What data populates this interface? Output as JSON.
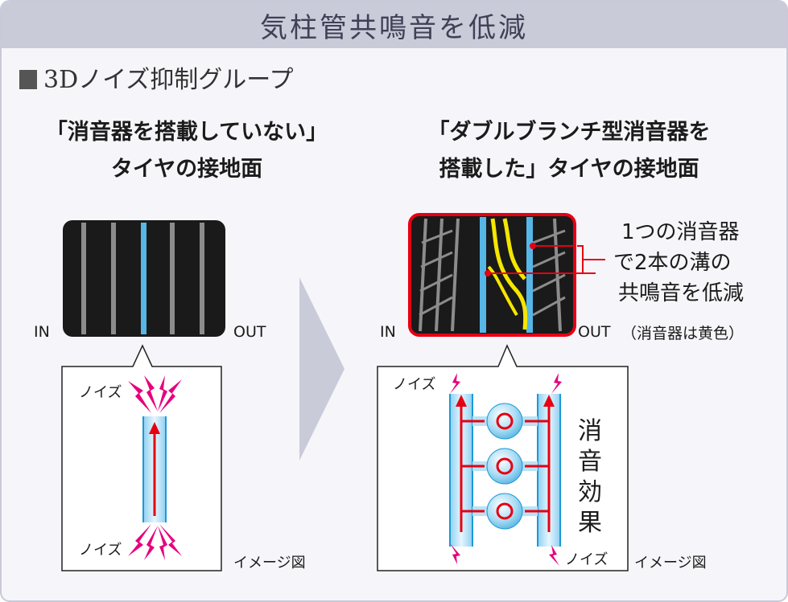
{
  "header": {
    "title": "気柱管共鳴音を低減"
  },
  "subtitle": "3Dノイズ抑制グループ",
  "left_panel": {
    "caption_line1": "「消音器を搭載していない」",
    "caption_line2": "タイヤの接地面",
    "in_label": "IN",
    "out_label": "OUT",
    "noise_top": "ノイズ",
    "noise_bottom": "ノイズ",
    "image_note": "イメージ図"
  },
  "right_panel": {
    "caption_line1": "「ダブルブランチ型消音器を",
    "caption_line2": "搭載した」タイヤの接地面",
    "in_label": "IN",
    "out_label": "OUT",
    "callout_line1": "1つの消音器",
    "callout_line2": "で2本の溝の",
    "callout_line3": "共鳴音を低減",
    "callout_line4": "（消音器は黄色）",
    "noise_top": "ノイズ",
    "noise_bottom": "ノイズ",
    "effect_chars": [
      "消",
      "音",
      "効",
      "果"
    ],
    "image_note": "イメージ図"
  },
  "colors": {
    "header_bg": "#c9cbd9",
    "groove_blue": "#56b6e6",
    "tread_gray": "#8c8c8c",
    "muffler_yellow": "#f5e600",
    "noise_magenta": "#e6007e",
    "airflow_red": "#e60012",
    "arrow_gray": "#c9cbd9"
  }
}
